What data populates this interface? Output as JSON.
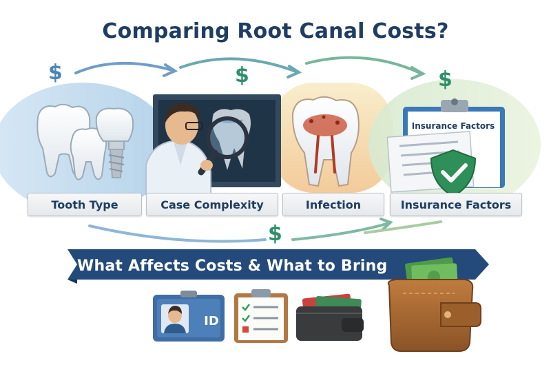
{
  "header": {
    "title": "Comparing Root Canal Costs?"
  },
  "factors": [
    {
      "label": "Tooth Type"
    },
    {
      "label": "Case Complexity"
    },
    {
      "label": "Infection"
    },
    {
      "label": "Insurance Factors"
    }
  ],
  "insurance_document": {
    "title": "Insurance Factors"
  },
  "banner": {
    "text": "What Affects Costs & What to Bring"
  },
  "items_to_bring": {
    "id_card_text": "ID"
  },
  "symbols": {
    "dollar": "$"
  },
  "colors": {
    "title": "#1f3d63",
    "banner": "#234a7a",
    "dollar_blue": "#4a86b8",
    "dollar_green": "#2f8f6a",
    "check_green": "#2f9e5c"
  },
  "icons": [
    "molar-teeth-icon",
    "implant-icon",
    "dentist-icon",
    "magnifier-icon",
    "xray-icon",
    "infected-tooth-icon",
    "clipboard-icon",
    "shield-check-icon",
    "id-card-icon",
    "checklist-icon",
    "wallet-icon",
    "cash-wallet-icon"
  ]
}
